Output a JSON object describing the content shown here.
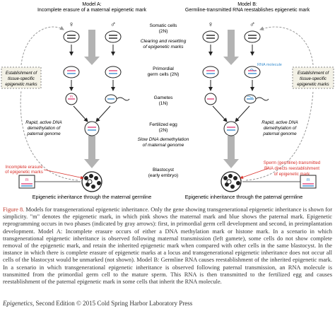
{
  "model_a": {
    "title": "Model A:",
    "subtitle": "Incomplete erasure of a maternal epigenetic mark"
  },
  "model_b": {
    "title": "Model B:",
    "subtitle": "Germline-transmitted RNA reestablishes epigenetic mark"
  },
  "stages": {
    "somatic": [
      "Somatic cells",
      "(2N)"
    ],
    "clearing": [
      "Clearing and resetting",
      "of epigenetic marks"
    ],
    "primordial": [
      "Primordial",
      "germ cells (2N)"
    ],
    "gametes": [
      "Gametes",
      "(1N)"
    ],
    "fertilized": [
      "Fertilized egg",
      "(2N)"
    ],
    "slow_demeth": [
      "Slow DNA demethylation",
      "of maternal genome"
    ],
    "blastocyst": [
      "Blastocyst",
      "(early embryo)"
    ]
  },
  "side_labels": {
    "establishment_a": [
      "Establishment of",
      "tissue-specific",
      "epigenetic marks"
    ],
    "establishment_b": [
      "Establishment of",
      "tissue-specific",
      "epigenetic marks"
    ],
    "rapid_a": [
      "Rapid, active DNA",
      "demethylation of",
      "paternal genome"
    ],
    "rapid_b": [
      "Rapid, active DNA",
      "demethylation of",
      "paternal genome"
    ],
    "incomplete": [
      "Incomplete erasure",
      "of epigenetic marks"
    ],
    "sperm_rna": [
      "Sperm (germline)-transmitted",
      "RNA directs reestablishment",
      "of epigenetic mark"
    ],
    "rna_molecule": "RNA molecule",
    "mark_letter": "m",
    "inheritance_a": "Epigenetic inheritance through the maternal germline",
    "inheritance_b": "Epigenetic inheritance through the paternal germline"
  },
  "symbols": {
    "female": "♀",
    "male": "♂"
  },
  "caption": {
    "figure_label": "Figure 8.",
    "text": "Models for transgenerational epigenetic inheritance. Only the gene showing transgenerational epigenetic inheritance is shown for simplicity. \"m\" denotes the epigenetic mark, in which pink shows the maternal mark and blue shows the paternal mark. Epigenetic reprogramming occurs in two phases (indicated by gray arrows): first, in primordial germ cell development and second, in preimplantation development. Model A: Incomplete erasure occurs of either a DNA methylation mark or histone mark. In a scenario in which transgenerational epigenetic inheritance is observed following maternal transmission (left gamete), some cells do not show complete removal of the epigenetic mark, and retain the inherited epigenetic mark when compared with other cells in the same blastocyst. In the instance in which there is complete erasure of epigenetic marks at a locus and transgenerational epigenetic inheritance does not occur all cells of the blastocyst would be unmarked (not shown). Model B: Germline RNA causes reestablishment of the inherited epigenetic mark. In a scenario in which transgenerational epigenetic inheritance is observed following paternal transmission, an RNA molecule is transmitted from the primordial germ cell to the mature sperm. This RNA is then transmitted to the fertilized egg and causes reestablishment of the paternal epigenetic mark in some cells that inherit the RNA molecule."
  },
  "footer": {
    "book": "Epigenetics",
    "rest": ", Second Edition  © 2015 Cold Spring Harbor Laboratory Press"
  },
  "colors": {
    "pink": "#e0457b",
    "blue": "#3a8fd0",
    "gray_arrow": "#b3b3b3",
    "red_text": "#d9312b",
    "box_bg": "#f3f1e6"
  }
}
